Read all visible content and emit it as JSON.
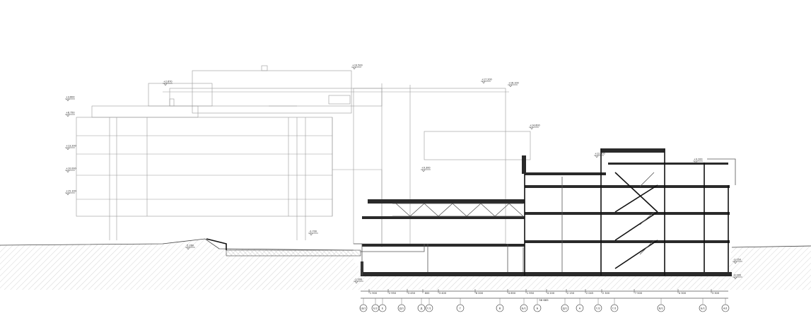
{
  "elevation_marks": [
    "+3.600",
    "+8.750",
    "+2.670",
    "+19.500",
    "+17.200",
    "+16.100",
    "+13.200",
    "+10.000",
    "+15.100",
    "+14.600",
    "+12.300",
    "+9.200",
    "+9.300",
    "-1.000",
    "-3.050",
    "-4.000",
    "-5.260",
    "-3.700"
  ],
  "dimensions": {
    "row": [
      "1 900",
      "2 950",
      "3 450",
      "600",
      "3 400",
      "6 000",
      "4 850",
      "1 950",
      "4 200",
      "2 150",
      "2 045",
      "2 300",
      "7 500",
      "4 300",
      "3 300"
    ],
    "total": "56 665"
  },
  "axes": [
    "Ш/1",
    "Е/2",
    "Е",
    "Д/1",
    "Д",
    "Г/1",
    "Г",
    "В",
    "Б/1",
    "Б",
    "Д/1",
    "А",
    "Г/2",
    "Г/1",
    "В/1",
    "Б/1",
    "А/1"
  ]
}
